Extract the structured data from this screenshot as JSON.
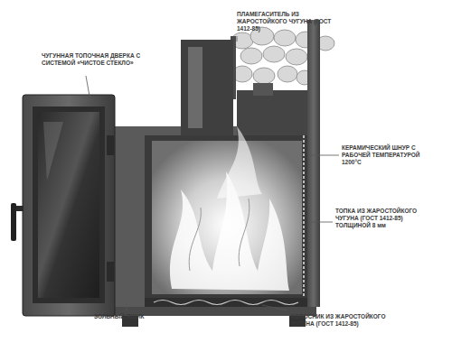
{
  "diagram": {
    "labels": [
      "ПЛАМЕГАСИТЕЛЬ ИЗ ЖАРОСТОЙКОГО ЧУГУНА (ГОСТ 1412-85)",
      "ЧУГУННАЯ ТОПОЧНАЯ ДВЕРКА С СИСТЕМОЙ «ЧИСТОЕ СТЕКЛО»",
      "КЕРАМИЧЕСКИЙ ШНУР С РАБОЧЕЙ ТЕМПЕРАТУРОЙ 1200°С",
      "ТОПКА ИЗ ЖАРОСТОЙКОГО ЧУГУНА (ГОСТ 1412-85) ТОЛЩИНОЙ 8 мм",
      "ЗОЛЬНЫЙ ЯЩИК",
      "КОЛОСНИК ИЗ ЖАРОСТОЙКОГО ЧУГУНА (ГОСТ 1412-85)"
    ]
  }
}
